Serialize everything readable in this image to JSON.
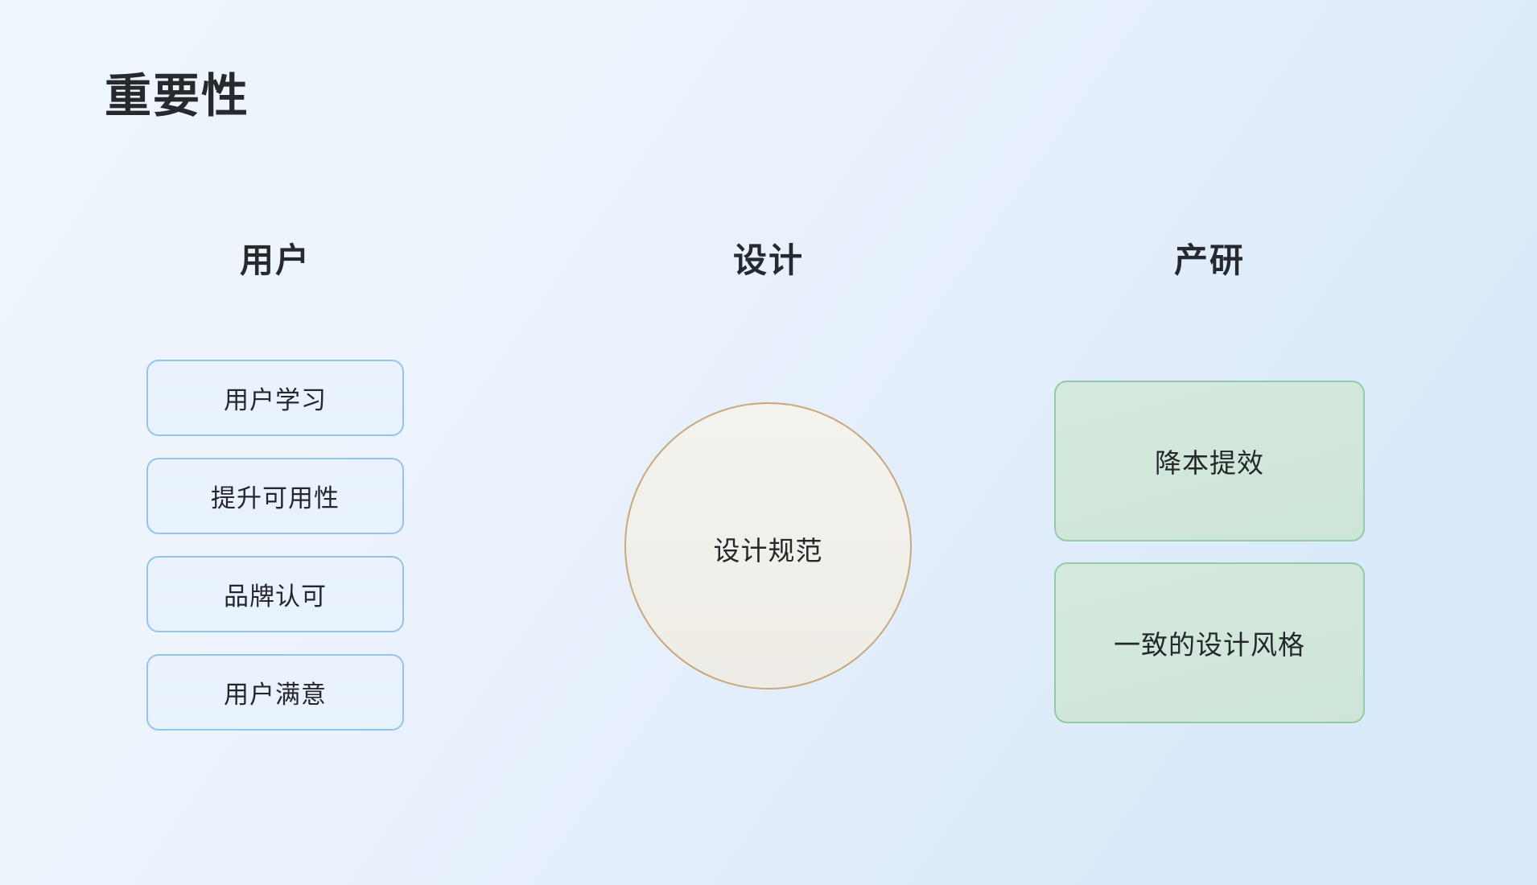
{
  "slide": {
    "title": "重要性",
    "background": {
      "from": "#eff5fc",
      "to": "#d6e8fa"
    }
  },
  "columns": [
    {
      "key": "user",
      "heading": "用户",
      "accent_border": "#96c3e9",
      "accent_fill": "#eaf3fd",
      "shape": "pill",
      "items": [
        {
          "label": "用户学习"
        },
        {
          "label": "提升可用性"
        },
        {
          "label": "品牌认可"
        },
        {
          "label": "用户满意"
        }
      ]
    },
    {
      "key": "design",
      "heading": "设计",
      "accent_border": "#c8a87e",
      "accent_fill": "#f1efe9",
      "shape": "circle",
      "items": [
        {
          "label": "设计规范"
        }
      ]
    },
    {
      "key": "product",
      "heading": "产研",
      "accent_border": "#94caa5",
      "accent_fill": "#d1e7da",
      "shape": "box",
      "items": [
        {
          "label": "降本提效"
        },
        {
          "label": "一致的设计风格"
        }
      ]
    }
  ]
}
